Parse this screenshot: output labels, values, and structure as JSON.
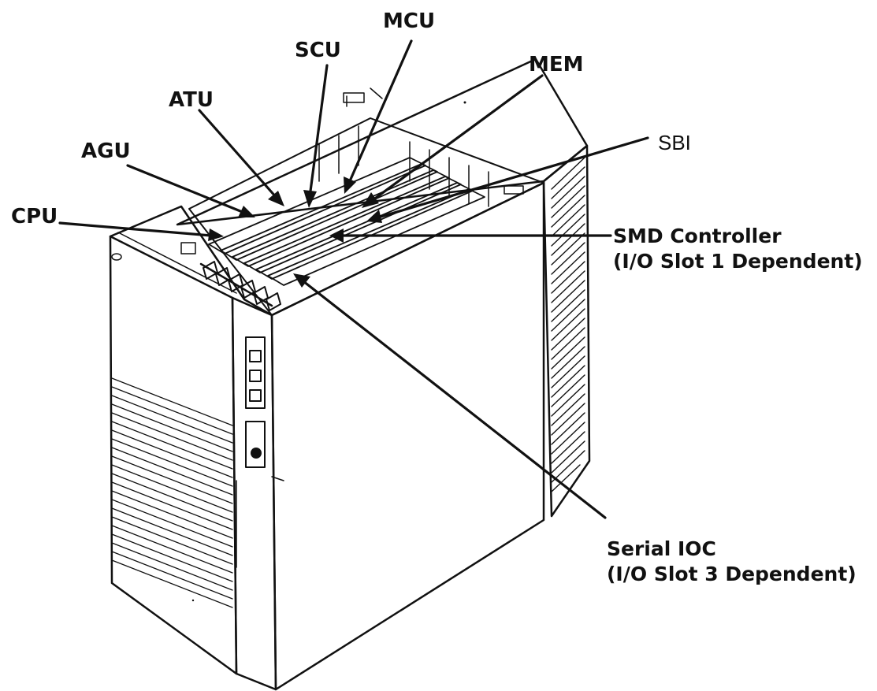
{
  "callouts": {
    "mcu": "MCU",
    "scu": "SCU",
    "mem": "MEM",
    "atu": "ATU",
    "agu": "AGU",
    "sbi": "SBI",
    "cpu": "CPU",
    "smd_line1": "SMD Controller",
    "smd_line2": "(I/O Slot 1 Dependent)",
    "serial_line1": "Serial IOC",
    "serial_line2": "(I/O Slot 3 Dependent)"
  }
}
